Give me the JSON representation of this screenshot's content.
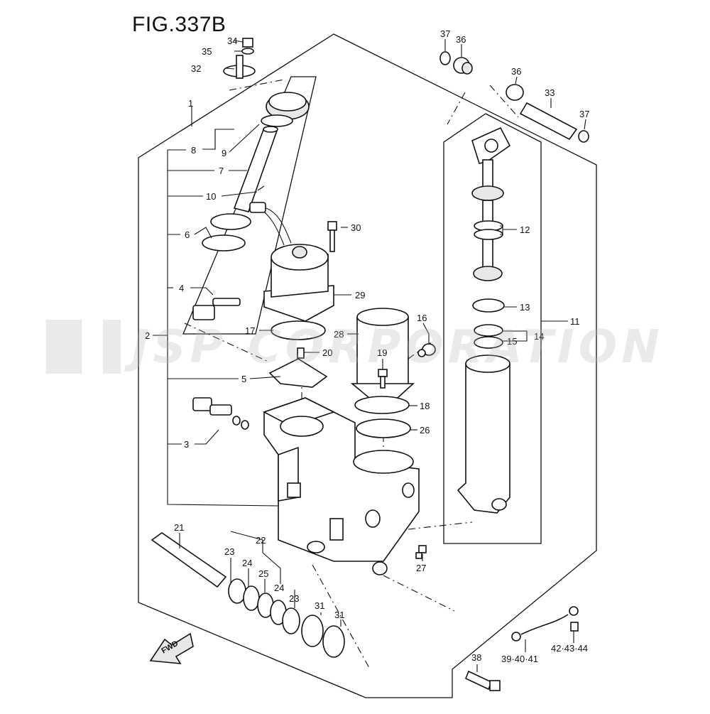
{
  "figure": {
    "title": "FIG.337B"
  },
  "watermark": {
    "text": "JSP CORPORATION"
  },
  "fwd_label": "FWD",
  "callouts": {
    "c1": "1",
    "c2": "2",
    "c3": "3",
    "c4": "4",
    "c5": "5",
    "c6": "6",
    "c7": "7",
    "c8": "8",
    "c9": "9",
    "c10": "10",
    "c11": "11",
    "c12": "12",
    "c13": "13",
    "c14": "14",
    "c15": "15",
    "c16": "16",
    "c17": "17",
    "c18": "18",
    "c19": "19",
    "c20": "20",
    "c21": "21",
    "c22": "22",
    "c23a": "23",
    "c23b": "23",
    "c24a": "24",
    "c24b": "24",
    "c25": "25",
    "c26": "26",
    "c27": "27",
    "c28": "28",
    "c29": "29",
    "c30": "30",
    "c31a": "31",
    "c31b": "31",
    "c32": "32",
    "c33": "33",
    "c34": "34",
    "c35": "35",
    "c36a": "36",
    "c36b": "36",
    "c37a": "37",
    "c37b": "37",
    "c38": "38",
    "c39": "39·40·41",
    "c42": "42·43·44"
  }
}
